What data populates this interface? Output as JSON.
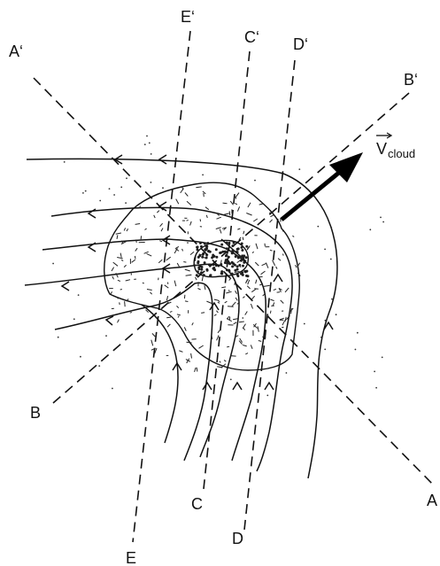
{
  "section_labels": {
    "A_prime": "A‘",
    "A": "A",
    "B": "B",
    "B_prime": "B‘",
    "C": "C",
    "C_prime": "C‘",
    "D": "D",
    "D_prime": "D‘",
    "E": "E",
    "E_prime": "E‘"
  },
  "velocity_label": {
    "symbol": "V",
    "subscript": "cloud"
  }
}
